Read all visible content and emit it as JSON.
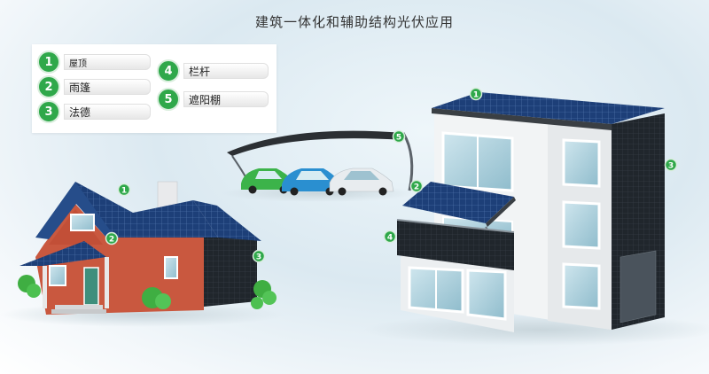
{
  "title": "建筑一体化和辅助结构光伏应用",
  "legend": [
    {
      "num": "1",
      "label": "屋顶"
    },
    {
      "num": "2",
      "label": "雨篷"
    },
    {
      "num": "3",
      "label": "法德"
    },
    {
      "num": "4",
      "label": "栏杆"
    },
    {
      "num": "5",
      "label": "遮阳棚"
    }
  ],
  "markers": [
    "1",
    "2",
    "3",
    "4",
    "5"
  ],
  "colors": {
    "accent_green": "#2fa84a",
    "panel_blue": "#1d3f78",
    "brick_red": "#c9583f",
    "wall_white": "#f2f4f5",
    "car_green": "#3cb34a",
    "car_blue": "#2a8fd0",
    "car_white": "#e8ecef"
  }
}
